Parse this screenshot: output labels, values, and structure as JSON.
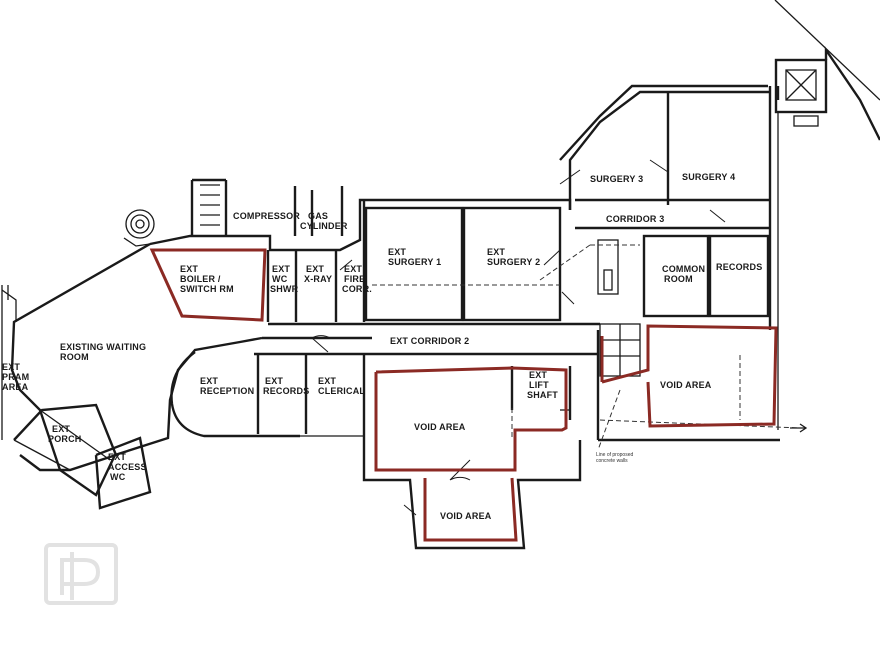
{
  "rooms": {
    "surgery_3": "SURGERY 3",
    "surgery_4": "SURGERY 4",
    "corridor_3": "CORRIDOR 3",
    "compressor": "COMPRESSOR",
    "gas": "GAS",
    "cylinder": "CYLINDER",
    "ext_surgery_1_a": "EXT",
    "ext_surgery_1_b": "SURGERY 1",
    "ext_surgery_2_a": "EXT",
    "ext_surgery_2_b": "SURGERY 2",
    "common_room_a": "COMMON",
    "common_room_b": "ROOM",
    "records": "RECORDS",
    "ext_boiler_a": "EXT",
    "ext_boiler_b": "BOILER /",
    "ext_boiler_c": "SWITCH RM",
    "ext_wc_a": "EXT",
    "ext_wc_b": "WC",
    "ext_wc_c": "SHWR",
    "ext_xray_a": "EXT",
    "ext_xray_b": "X-RAY",
    "ext_fire_a": "EXT",
    "ext_fire_b": "FIRE",
    "ext_fire_c": "CORR.",
    "waiting_a": "EXISTING WAITING",
    "waiting_b": "ROOM",
    "pram_a": "EXT",
    "pram_b": "PRAM",
    "pram_c": "AREA",
    "ext_corridor_2": "EXT CORRIDOR 2",
    "ext_reception_a": "EXT",
    "ext_reception_b": "RECEPTION",
    "ext_records_a": "EXT",
    "ext_records_b": "RECORDS",
    "ext_clerical_a": "EXT",
    "ext_clerical_b": "CLERICAL",
    "ext_lift_a": "EXT",
    "ext_lift_b": "LIFT",
    "ext_lift_c": "SHAFT",
    "void_area_main": "VOID AREA",
    "void_area_right": "VOID AREA",
    "void_area_bottom": "VOID AREA",
    "ext_porch_a": "EXT",
    "ext_porch_b": "PORCH",
    "ext_access_a": "EXT",
    "ext_access_b": "ACCESS",
    "ext_access_c": "WC"
  },
  "notes": {
    "line_note_a": "Line of proposed",
    "line_note_b": "concrete walls"
  },
  "colors": {
    "walls": "#1a1a1a",
    "highlight": "#8b2a24",
    "watermark": "#e2e2e2"
  }
}
